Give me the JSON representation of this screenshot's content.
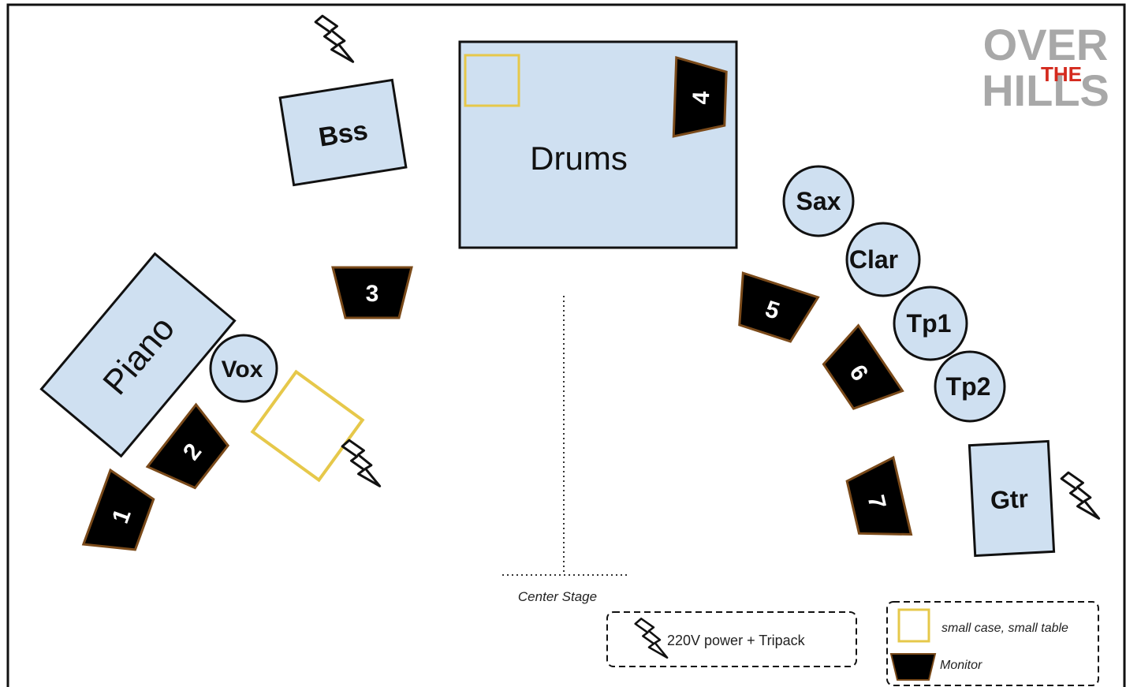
{
  "logo": {
    "line1": "OVER",
    "middle": "THE",
    "line2": "HILLS"
  },
  "instruments": {
    "drums": "Drums",
    "bass": "Bss",
    "piano": "Piano",
    "vocals": "Vox",
    "sax": "Sax",
    "clarinet": "Clar",
    "trumpet1": "Tp1",
    "trumpet2": "Tp2",
    "guitar": "Gtr"
  },
  "monitors": [
    "1",
    "2",
    "3",
    "4",
    "5",
    "6",
    "7"
  ],
  "center_label": "Center Stage",
  "legend": {
    "power": "220V power + Tripack",
    "small_case": "small case, small table",
    "monitor": "Monitor"
  },
  "colors": {
    "instrument_fill": "#cfe0f1",
    "outline": "#111111",
    "monitor_fill": "#000000",
    "monitor_edge": "#7a4a1a",
    "case_outline": "#e6c84a",
    "logo_gray": "#a8a8a8",
    "logo_red": "#d42a1e"
  }
}
